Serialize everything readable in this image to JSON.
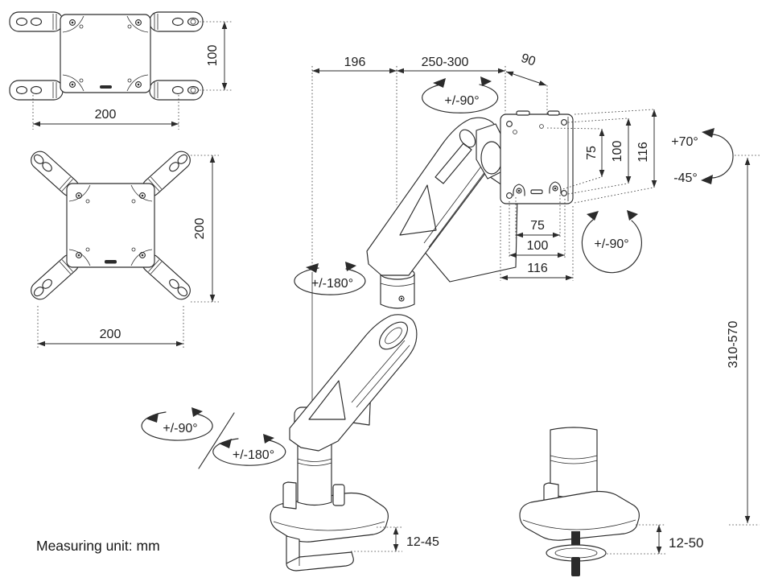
{
  "footer": {
    "measuring_unit": "Measuring unit: mm"
  },
  "adapter_top_view": {
    "height": "100",
    "width": "200"
  },
  "adapter_front_view": {
    "height": "200",
    "width": "200"
  },
  "arm_dimensions": {
    "rear_reach": "196",
    "front_reach": "250-300",
    "head_depth": "90",
    "height_range": "310-570",
    "clamp_thickness": "12-45",
    "grommet_thickness": "12-50"
  },
  "rotations": {
    "head_swivel": "+/-90°",
    "mid_rotation": "+/-180°",
    "base_swivel": "+/-90°",
    "base_rotation": "+/-180°",
    "vesa_rotation": "+/-90°",
    "tilt_up": "+70°",
    "tilt_down": "-45°"
  },
  "vesa_pattern": {
    "d75": "75",
    "d100": "100",
    "d116": "116"
  },
  "colors": {
    "line": "#2b2b2b",
    "text": "#1f1f1f",
    "background": "#ffffff"
  }
}
